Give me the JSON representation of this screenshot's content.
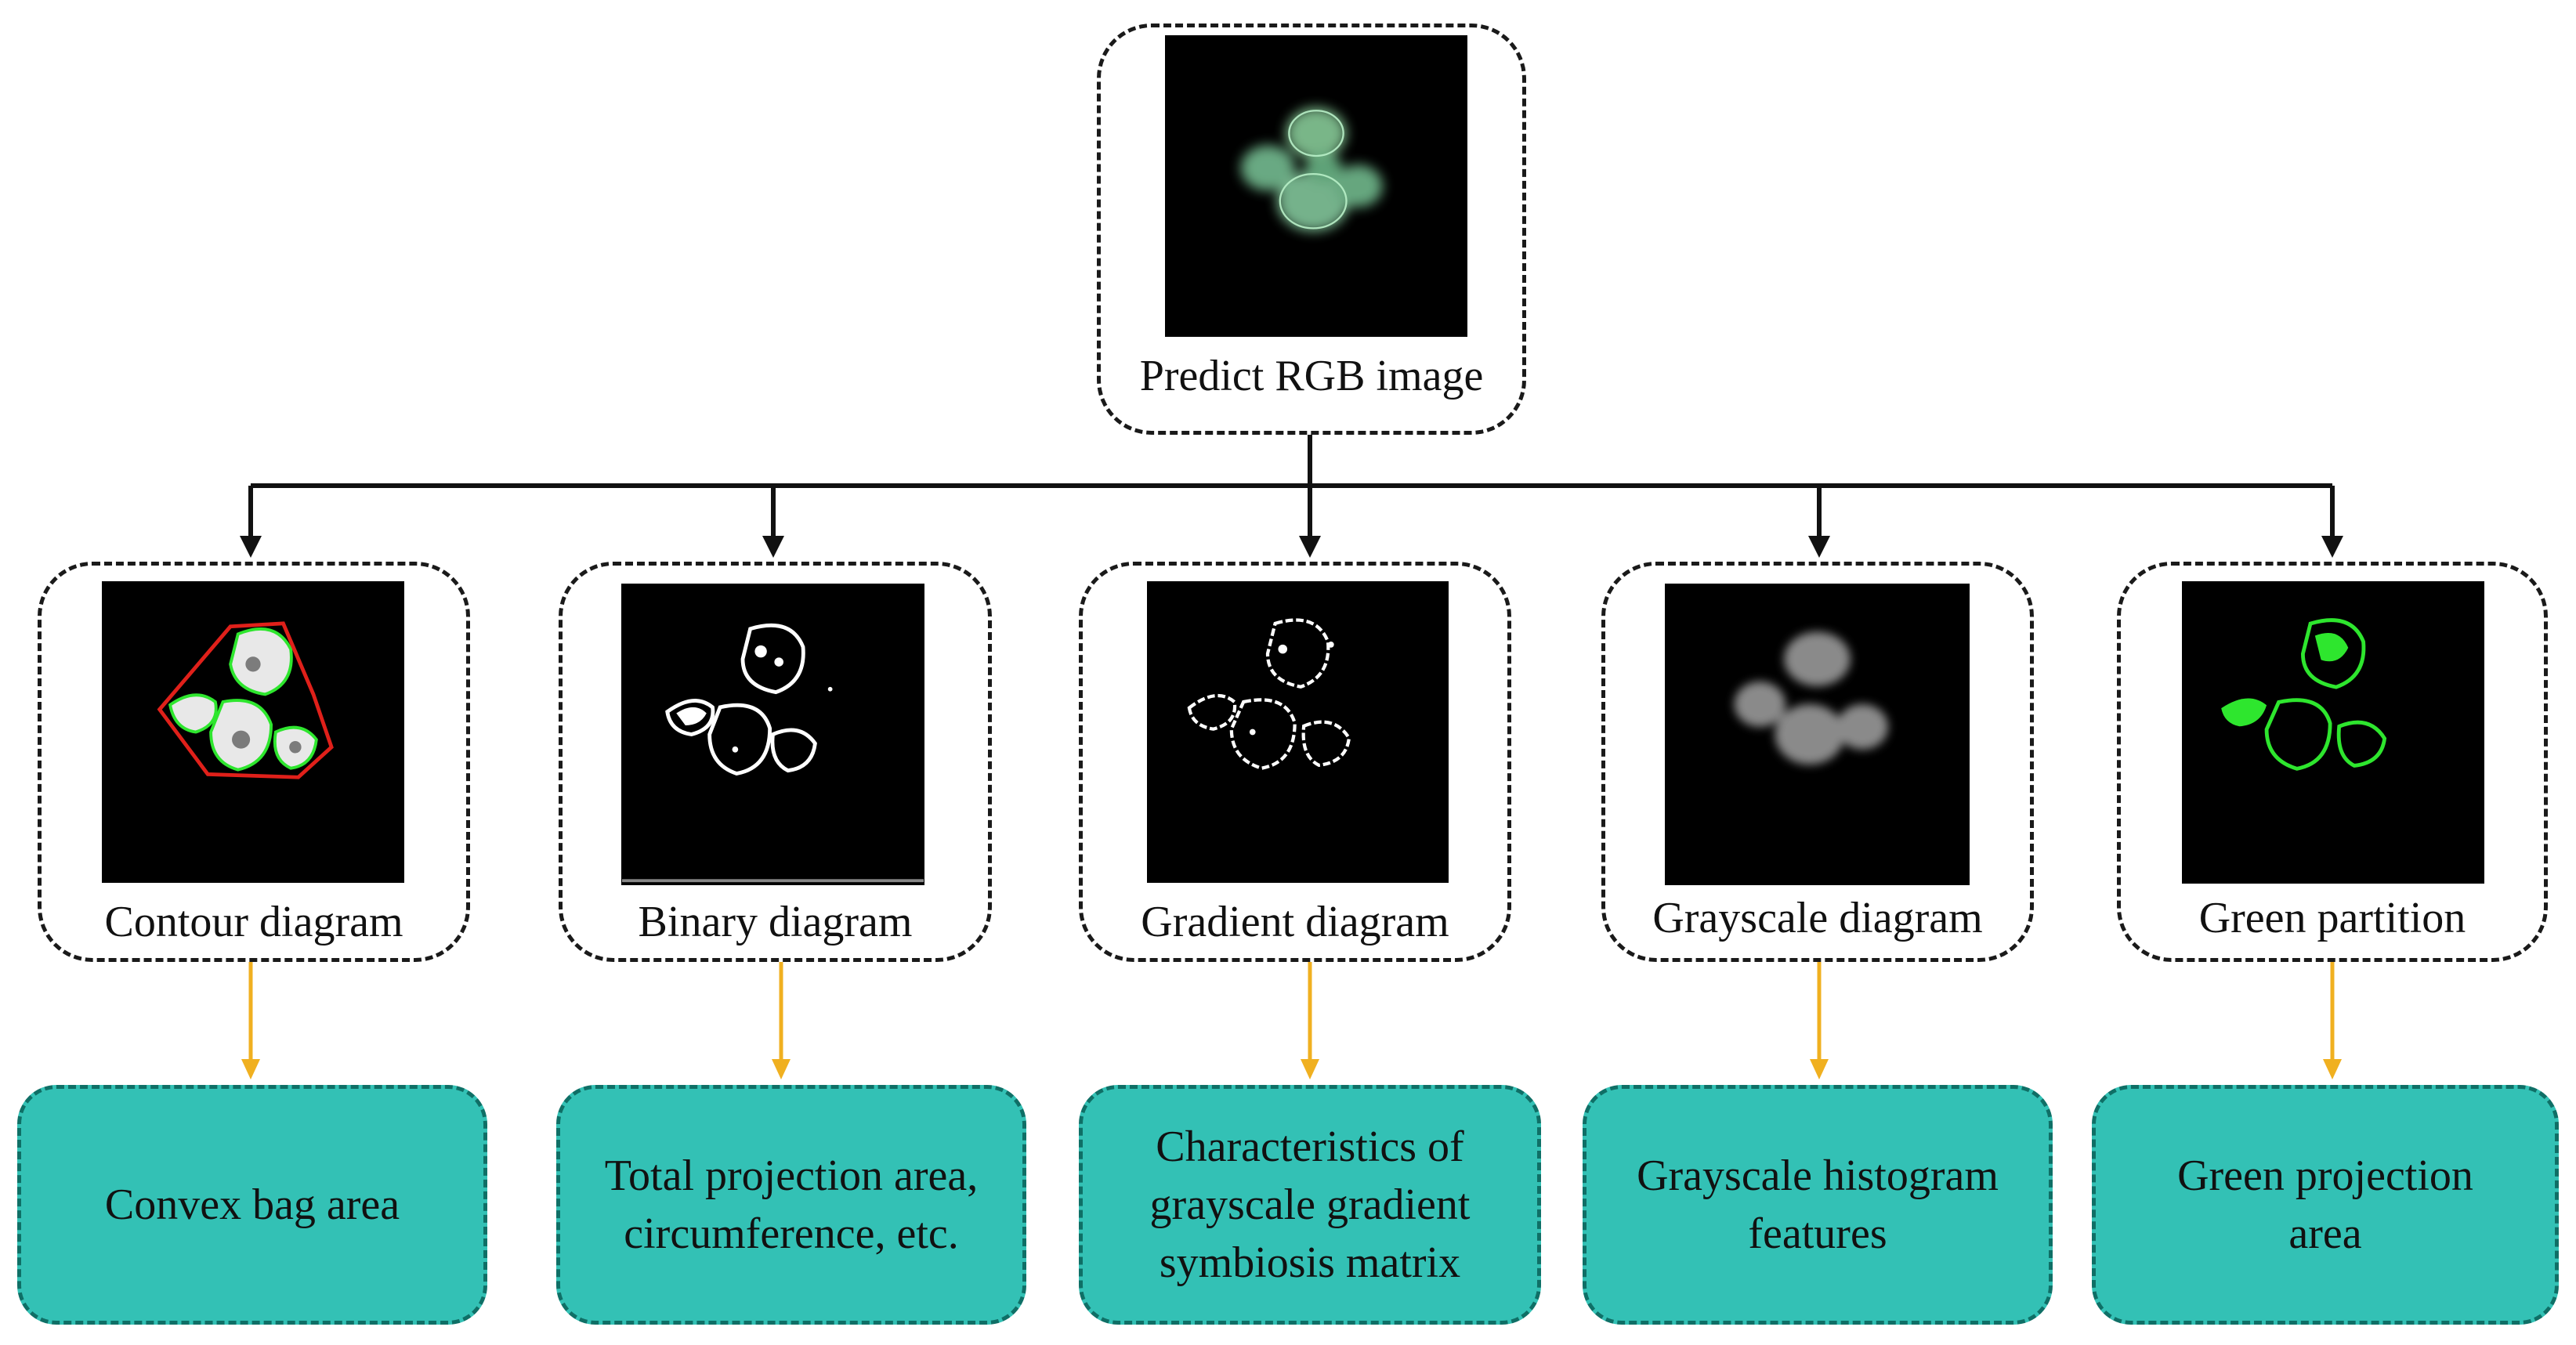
{
  "colors": {
    "frame_border": "#1a1a1a",
    "connector_black": "#111111",
    "connector_orange": "#f0b020",
    "feature_fill": "#33c1b5",
    "contour_line": "#e0201a",
    "leaf_green": "#2ee62e"
  },
  "source": {
    "caption": "Predict RGB image"
  },
  "diagrams": [
    {
      "caption": "Contour diagram",
      "feature": "Convex bag area"
    },
    {
      "caption": "Binary diagram",
      "feature": "Total projection area,\ncircumference, etc."
    },
    {
      "caption": "Gradient diagram",
      "feature": "Characteristics of\ngrayscale gradient\nsymbiosis matrix"
    },
    {
      "caption": "Grayscale diagram",
      "feature": "Grayscale histogram\nfeatures"
    },
    {
      "caption": "Green partition",
      "feature": "Green projection\narea"
    }
  ]
}
